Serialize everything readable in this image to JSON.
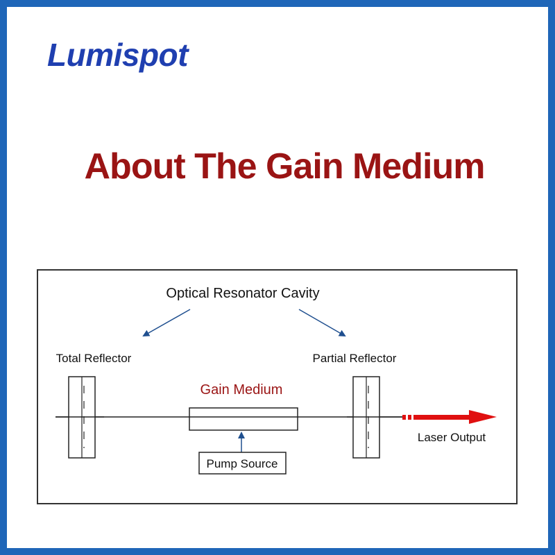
{
  "brand": {
    "logo_text": "Lumispot",
    "logo_color": "#1f3fb0",
    "frame_color": "#1f66b8"
  },
  "header": {
    "title": "About The Gain Medium",
    "title_color": "#9a1414"
  },
  "diagram": {
    "cavity_label": "Optical Resonator Cavity",
    "total_reflector_label": "Total Reflector",
    "partial_reflector_label": "Partial Reflector",
    "gain_medium_label": "Gain Medium",
    "gain_medium_color": "#9a1414",
    "pump_source_label": "Pump Source",
    "laser_output_label": "Laser Output",
    "arrow_color": "#1f4f8f",
    "beam_color": "#e01010"
  }
}
